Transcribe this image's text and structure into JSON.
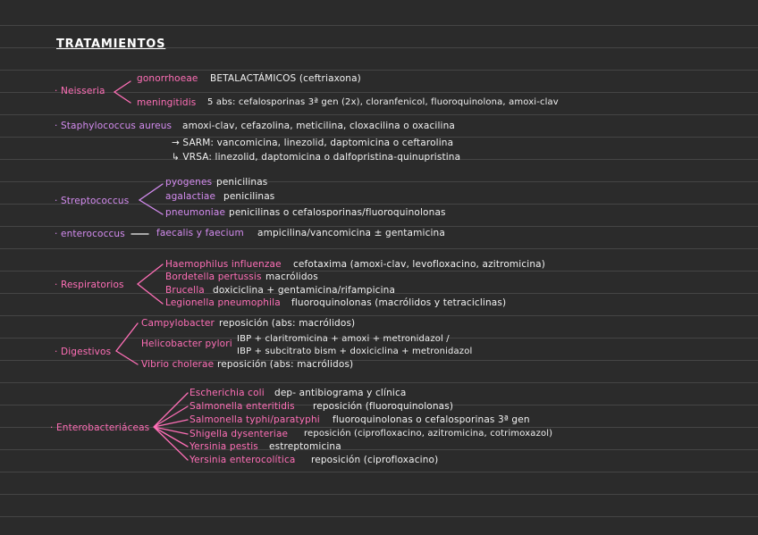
{
  "title": "TRATAMIENTOS",
  "neisseria": {
    "label": "· Neisseria",
    "gonorrhoeae": {
      "name": "gonorrhoeae",
      "treatment": "BETALACTÁMICOS (ceftriaxona)"
    },
    "meningitidis": {
      "name": "meningitidis",
      "treatment": "5 abs: cefalosporinas 3ª gen (2x), cloranfenicol, fluoroquinolona, amoxi-clav"
    }
  },
  "staph": {
    "name": "· Staphylococcus aureus",
    "treatment": "amoxi-clav, cefazolina, meticilina, cloxacilina o oxacilina",
    "sarm": "→ SARM: vancomicina, linezolid, daptomicina o ceftarolina",
    "vrsa": "↳ VRSA: linezolid, daptomicina o dalfopristina-quinupristina"
  },
  "strepto": {
    "label": "· Streptococcus",
    "pyogenes": {
      "name": "pyogenes",
      "treatment": "penicilinas"
    },
    "agalactiae": {
      "name": "agalactiae",
      "treatment": "penicilinas"
    },
    "pneumoniae": {
      "name": "pneumoniae",
      "treatment": "penicilinas o cefalosporinas/fluoroquinolonas"
    }
  },
  "entero": {
    "label": "· enterococcus",
    "species": "faecalis y faecium",
    "treatment": "ampicilina/vancomicina ± gentamicina"
  },
  "resp": {
    "label": "· Respiratorios",
    "items": [
      {
        "name": "Haemophilus influenzae",
        "treatment": "cefotaxima (amoxi-clav, levofloxacino, azitromicina)"
      },
      {
        "name": "Bordetella pertussis",
        "treatment": "macrólidos"
      },
      {
        "name": "Brucella",
        "treatment": "doxiciclina + gentamicina/rifampicina"
      },
      {
        "name": "Legionella pneumophila",
        "treatment": "fluoroquinolonas (macrólidos y tetraciclinas)"
      }
    ]
  },
  "dig": {
    "label": "· Digestivos",
    "campylo": {
      "name": "Campylobacter",
      "treatment": "reposición (abs: macrólidos)"
    },
    "helico": {
      "name": "Helicobacter pylori",
      "line1": "IBP + claritromicina + amoxi + metronidazol /",
      "line2": "IBP + subcitrato bism + doxiciclina + metronidazol"
    },
    "vibrio": {
      "name": "Vibrio cholerae",
      "treatment": "reposición (abs: macrólidos)"
    }
  },
  "entb": {
    "label": "· Enterobacteriáceas",
    "items": [
      {
        "name": "Escherichia coli",
        "treatment": "dep- antibiograma y clínica"
      },
      {
        "name": "Salmonella enteritidis",
        "treatment": "reposición (fluoroquinolonas)"
      },
      {
        "name": "Salmonella typhi/paratyphi",
        "treatment": "fluoroquinolonas o cefalosporinas 3ª gen"
      },
      {
        "name": "Shigella dysenteriae",
        "treatment": "reposición (ciprofloxacino, azitromicina, cotrimoxazol)"
      },
      {
        "name": "Yersinia pestis",
        "treatment": "estreptomicina"
      },
      {
        "name": "Yersinia enterocolítica",
        "treatment": "reposición (ciprofloxacino)"
      }
    ]
  },
  "colors": {
    "background": "#2b2b2b",
    "rule_line": "#454545",
    "ink": "#f2f2f2",
    "pink": "#ff6fb7",
    "violet": "#d48cf0"
  }
}
